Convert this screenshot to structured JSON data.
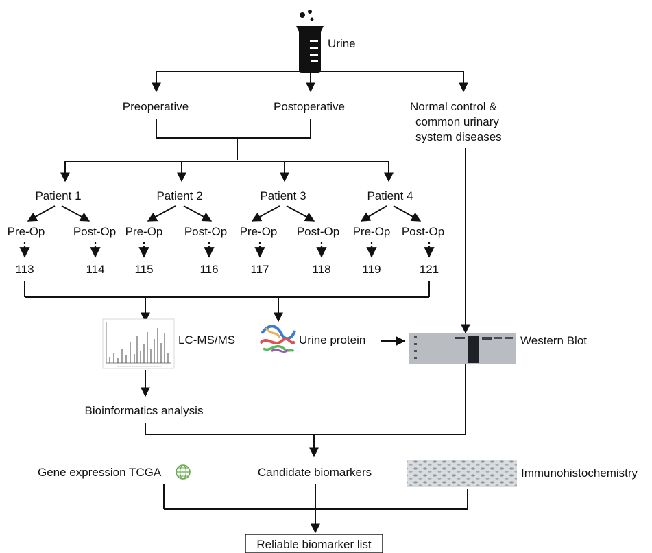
{
  "source": {
    "label": "Urine"
  },
  "groups": {
    "preoperative": "Preoperative",
    "postoperative": "Postoperative",
    "control": [
      "Normal control &",
      "common urinary",
      "system diseases"
    ]
  },
  "patients": [
    {
      "label": "Patient 1",
      "pre_label": "Pre-Op",
      "post_label": "Post-Op",
      "pre_id": "113",
      "post_id": "114"
    },
    {
      "label": "Patient 2",
      "pre_label": "Pre-Op",
      "post_label": "Post-Op",
      "pre_id": "115",
      "post_id": "116"
    },
    {
      "label": "Patient 3",
      "pre_label": "Pre-Op",
      "post_label": "Post-Op",
      "pre_id": "117",
      "post_id": "118"
    },
    {
      "label": "Patient 4",
      "pre_label": "Pre-Op",
      "post_label": "Post-Op",
      "pre_id": "119",
      "post_id": "121"
    }
  ],
  "methods": {
    "lcms": "LC-MS/MS",
    "urine_protein": "Urine protein",
    "western_blot": "Western Blot",
    "bioinformatics": "Bioinformatics analysis"
  },
  "outcomes": {
    "tcga": "Gene expression TCGA",
    "candidates": "Candidate biomarkers",
    "ihc": "Immunohistochemistry",
    "final": "Reliable biomarker list"
  }
}
